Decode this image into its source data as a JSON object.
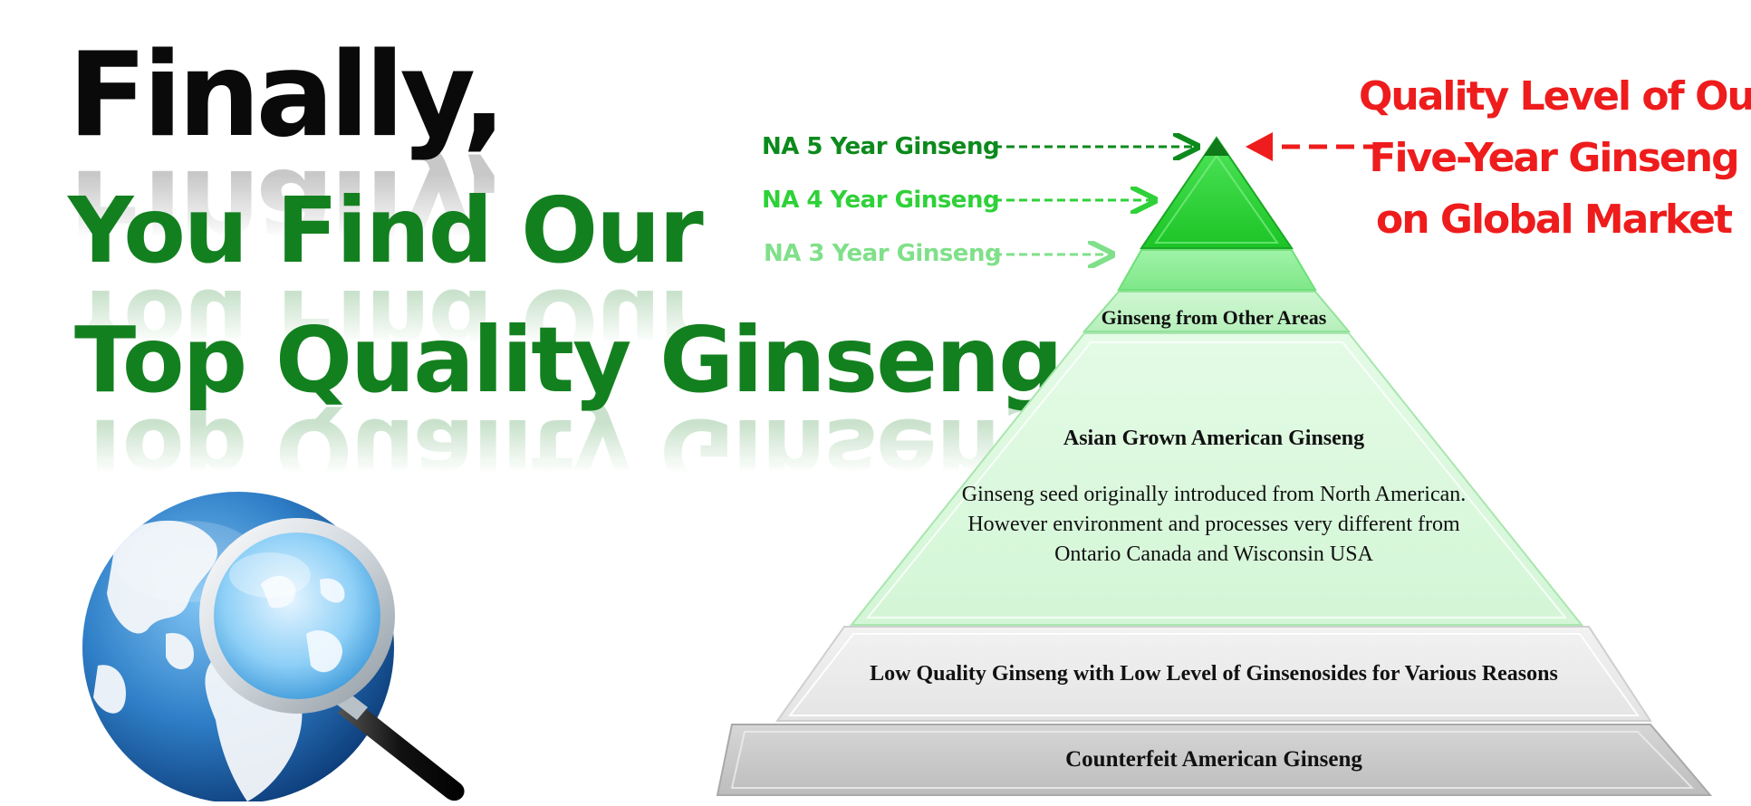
{
  "headline": {
    "line1": "Finally,",
    "line2": "You Find Our",
    "line3": "Top Quality Ginseng"
  },
  "levels": {
    "na5": "NA 5 Year Ginseng",
    "na4": "NA 4 Year Ginseng",
    "na3": "NA 3 Year Ginseng"
  },
  "tiers": {
    "other_areas": "Ginseng from Other Areas",
    "asian_title": "Asian Grown American Ginseng",
    "asian_desc": "Ginseng seed originally introduced from North American. However environment and processes very different from Ontario Canada and Wisconsin USA",
    "low_quality": "Low Quality Ginseng with Low Level of Ginsenosides for Various Reasons",
    "counterfeit": "Counterfeit American Ginseng"
  },
  "market_label": {
    "line1": "Quality Level of Our",
    "line2": "Five-Year Ginseng",
    "line3": "on Global Market"
  },
  "colors": {
    "headline_black": "#0a0a0a",
    "headline_green": "#13801f",
    "na5": "#0c8a1c",
    "na4": "#2fd139",
    "na3": "#80e08a",
    "market_red": "#ee1c1c"
  },
  "icons": [
    "globe-icon",
    "magnifying-glass-icon"
  ]
}
